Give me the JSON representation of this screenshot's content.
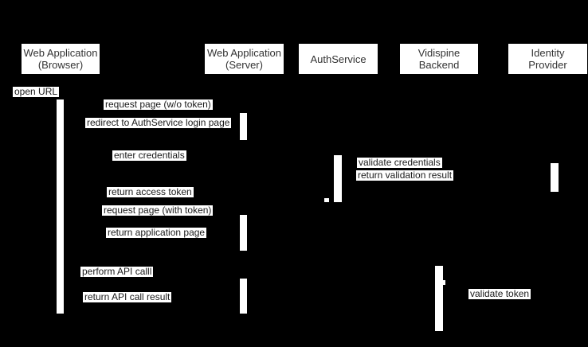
{
  "diagram": {
    "type": "sequence-diagram",
    "colors": {
      "background": "#000000",
      "participant_fill": "#ffffff",
      "participant_text": "#333333",
      "message_bg": "#ffffff",
      "message_text": "#1a1a1a",
      "activation_fill": "#ffffff"
    },
    "participants": [
      {
        "id": "web-app-browser",
        "line1": "Web Application",
        "line2": "(Browser)"
      },
      {
        "id": "web-app-server",
        "line1": "Web Application",
        "line2": "(Server)"
      },
      {
        "id": "authservice",
        "line1": "AuthService"
      },
      {
        "id": "vidispine-backend",
        "line1": "Vidispine",
        "line2": "Backend"
      },
      {
        "id": "identity-provider",
        "line1": "Identity",
        "line2": "Provider"
      }
    ],
    "messages": [
      {
        "text": "open URL"
      },
      {
        "text": "request page (w/o token)"
      },
      {
        "text": "redirect to AuthService login page"
      },
      {
        "text": "enter credentials"
      },
      {
        "text": "validate credentials"
      },
      {
        "text": "return validation result"
      },
      {
        "text": "return access token"
      },
      {
        "text": "request page (with token)"
      },
      {
        "text": "return application page"
      },
      {
        "text": "perform API calll"
      },
      {
        "text": "validate token"
      },
      {
        "text": "return API call result"
      }
    ]
  }
}
